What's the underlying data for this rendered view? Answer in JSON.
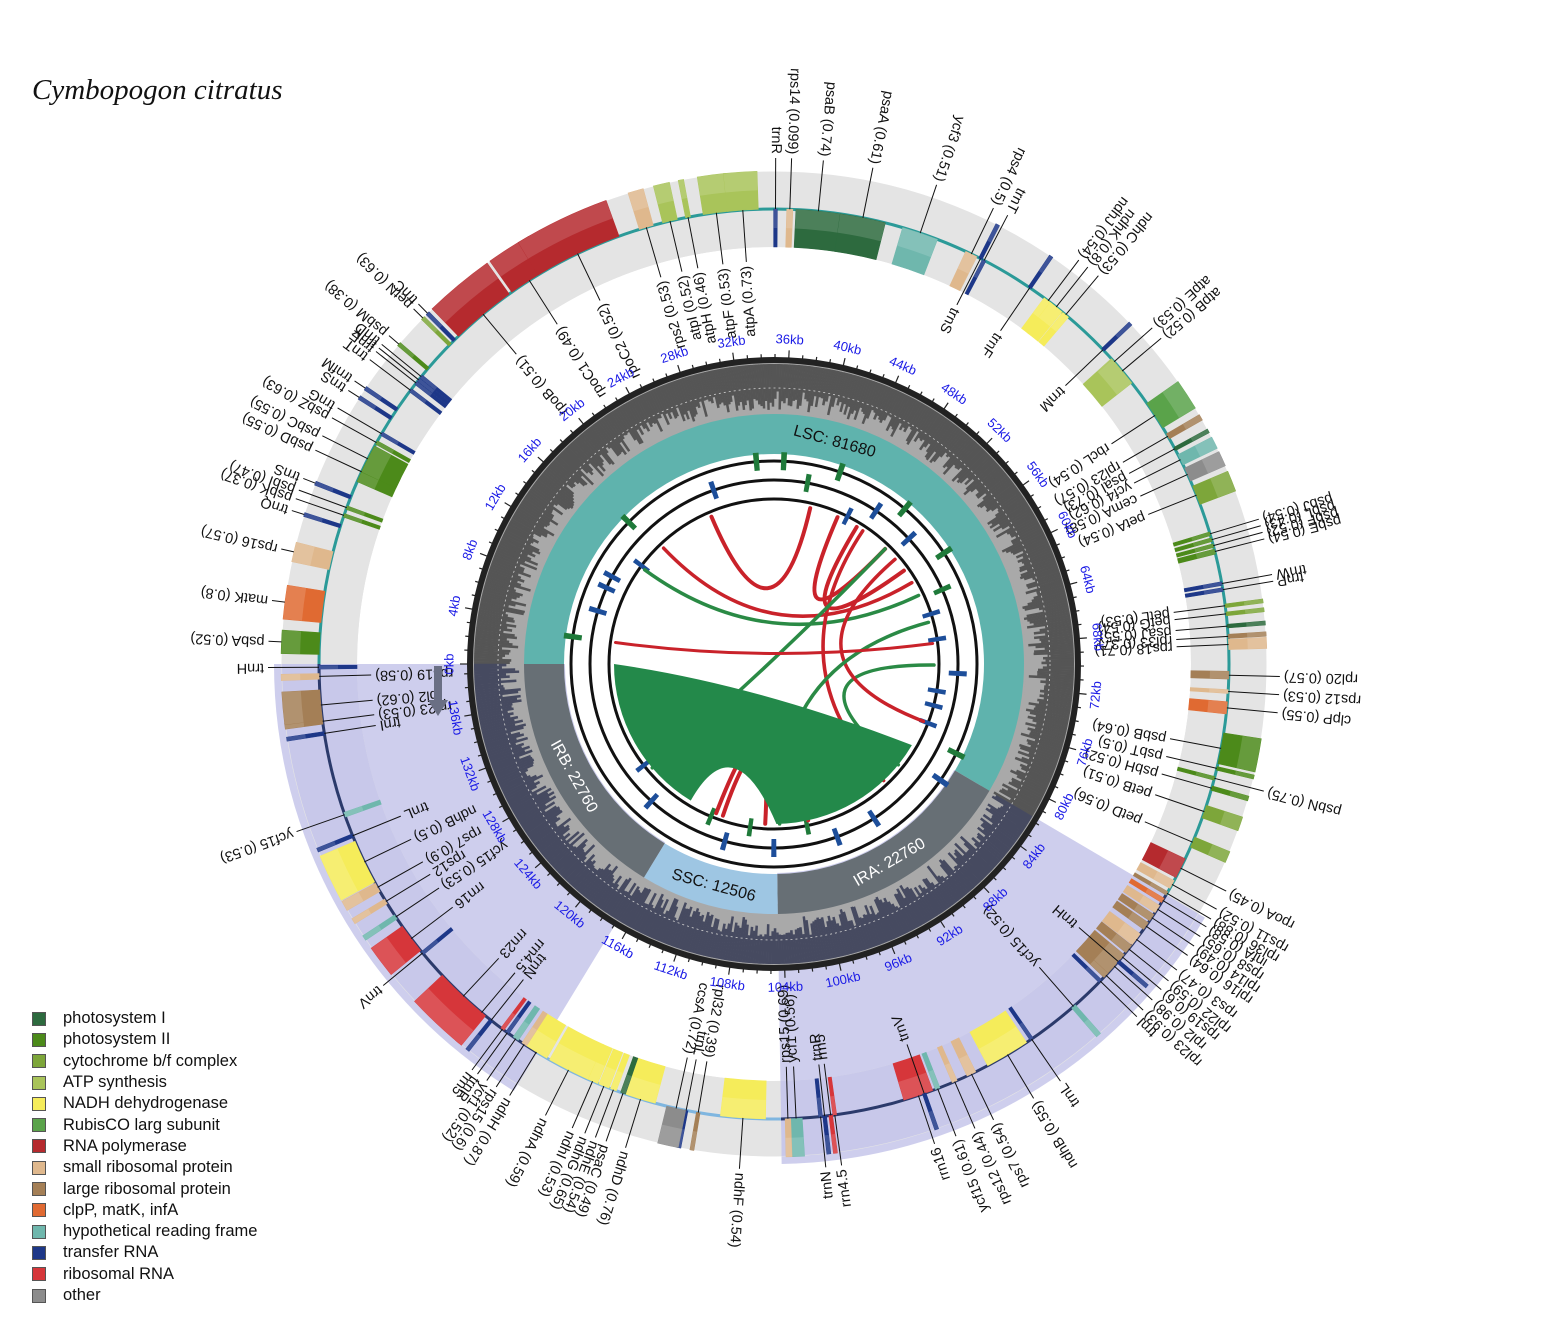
{
  "title": "Cymbopogon citratus",
  "legend": [
    {
      "label": "photosystem I",
      "color": "#2d6a3e"
    },
    {
      "label": "photosystem II",
      "color": "#4c8a1a"
    },
    {
      "label": "cytochrome b/f complex",
      "color": "#7da63a"
    },
    {
      "label": "ATP synthesis",
      "color": "#a9c45a"
    },
    {
      "label": "NADH dehydrogenase",
      "color": "#f5ec5a"
    },
    {
      "label": "RubisCO larg subunit",
      "color": "#5aa34a"
    },
    {
      "label": "RNA polymerase",
      "color": "#b52a2e"
    },
    {
      "label": "small ribosomal protein",
      "color": "#dfb88d"
    },
    {
      "label": "large ribosomal protein",
      "color": "#a47f56"
    },
    {
      "label": "clpP, matK, infA",
      "color": "#e06a32"
    },
    {
      "label": "hypothetical reading frame",
      "color": "#6fb7ad"
    },
    {
      "label": "transfer RNA",
      "color": "#1d3788"
    },
    {
      "label": "ribosomal RNA",
      "color": "#d6363a"
    },
    {
      "label": "other",
      "color": "#8c8c8c"
    }
  ],
  "genome_length": 139706,
  "regions": [
    {
      "label": "LSC: 81680",
      "start": 0,
      "end": 81680,
      "color": "#5fb3ad"
    },
    {
      "label": "IRA: 22760",
      "start": 81680,
      "end": 104440,
      "color": "#676f75"
    },
    {
      "label": "SSC: 12506",
      "start": 104440,
      "end": 116946,
      "color": "#9ec6e3"
    },
    {
      "label": "IRB: 22760",
      "start": 116946,
      "end": 139706,
      "color": "#676f75"
    }
  ],
  "ticks": [
    "0kb",
    "4kb",
    "8kb",
    "12kb",
    "16kb",
    "20kb",
    "24kb",
    "28kb",
    "32kb",
    "36kb",
    "40kb",
    "44kb",
    "48kb",
    "52kb",
    "56kb",
    "60kb",
    "64kb",
    "68kb",
    "72kb",
    "76kb",
    "80kb",
    "84kb",
    "88kb",
    "92kb",
    "96kb",
    "100kb",
    "104kb",
    "108kb",
    "112kb",
    "116kb",
    "120kb",
    "124kb",
    "128kb",
    "132kb",
    "136kb"
  ],
  "genes": [
    {
      "name": "psbA (0.52)",
      "pos": 1000,
      "len": 1060,
      "strand": "out",
      "cat": 1,
      "lab": "out"
    },
    {
      "name": "matK (0.8)",
      "pos": 2800,
      "len": 1540,
      "strand": "out",
      "cat": 9,
      "lab": "out"
    },
    {
      "name": "rps16 (0.57)",
      "pos": 5100,
      "len": 900,
      "strand": "out",
      "cat": 7,
      "lab": "out"
    },
    {
      "name": "trnQ",
      "pos": 6850,
      "len": 72,
      "strand": "out",
      "cat": 11,
      "lab": "out"
    },
    {
      "name": "psbK (0.37)",
      "pos": 7400,
      "len": 180,
      "strand": "in",
      "cat": 1,
      "lab": "out"
    },
    {
      "name": "psbI (0.47)",
      "pos": 7800,
      "len": 110,
      "strand": "in",
      "cat": 1,
      "lab": "out"
    },
    {
      "name": "trnS",
      "pos": 8350,
      "len": 88,
      "strand": "out",
      "cat": 11,
      "lab": "out"
    },
    {
      "name": "psbD (0.55)",
      "pos": 9700,
      "len": 1060,
      "strand": "in",
      "cat": 1,
      "lab": "out"
    },
    {
      "name": "psbC (0.55)",
      "pos": 10400,
      "len": 1420,
      "strand": "in",
      "cat": 1,
      "lab": "out"
    },
    {
      "name": "psbZ (0.63)",
      "pos": 11300,
      "len": 190,
      "strand": "in",
      "cat": 1,
      "lab": "out"
    },
    {
      "name": "trnG",
      "pos": 11800,
      "len": 71,
      "strand": "in",
      "cat": 11,
      "lab": "out"
    },
    {
      "name": "trnS",
      "pos": 12700,
      "len": 90,
      "strand": "out",
      "cat": 11,
      "lab": "out"
    },
    {
      "name": "trnfM",
      "pos": 13200,
      "len": 74,
      "strand": "out",
      "cat": 11,
      "lab": "out"
    },
    {
      "name": "trnT",
      "pos": 14350,
      "len": 72,
      "strand": "in",
      "cat": 11,
      "lab": "out"
    },
    {
      "name": "trnE",
      "pos": 14800,
      "len": 73,
      "strand": "in",
      "cat": 11,
      "lab": "out"
    },
    {
      "name": "trnY",
      "pos": 15000,
      "len": 84,
      "strand": "in",
      "cat": 11,
      "lab": "out"
    },
    {
      "name": "trnD",
      "pos": 15200,
      "len": 74,
      "strand": "in",
      "cat": 11,
      "lab": "out"
    },
    {
      "name": "psbM (0.38)",
      "pos": 15700,
      "len": 105,
      "strand": "out",
      "cat": 1,
      "lab": "out"
    },
    {
      "name": "petN (0.63)",
      "pos": 17300,
      "len": 90,
      "strand": "out",
      "cat": 2,
      "lab": "out"
    },
    {
      "name": "trnC",
      "pos": 17600,
      "len": 71,
      "strand": "out",
      "cat": 11,
      "lab": "out"
    },
    {
      "name": "rpoB (0.51)",
      "pos": 19500,
      "len": 3230,
      "strand": "out",
      "cat": 6,
      "lab": "in"
    },
    {
      "name": "rpoC1 (0.49)",
      "pos": 22300,
      "len": 2060,
      "strand": "out",
      "cat": 6,
      "lab": "in"
    },
    {
      "name": "rpoC2 (0.52)",
      "pos": 25000,
      "len": 4400,
      "strand": "out",
      "cat": 6,
      "lab": "in"
    },
    {
      "name": "rps2 (0.53)",
      "pos": 28600,
      "len": 710,
      "strand": "out",
      "cat": 7,
      "lab": "in"
    },
    {
      "name": "atpI (0.52)",
      "pos": 29800,
      "len": 740,
      "strand": "out",
      "cat": 3,
      "lab": "in"
    },
    {
      "name": "atpH (0.46)",
      "pos": 30700,
      "len": 245,
      "strand": "out",
      "cat": 3,
      "lab": "in"
    },
    {
      "name": "atpF (0.53)",
      "pos": 32100,
      "len": 1300,
      "strand": "out",
      "cat": 3,
      "lab": "in"
    },
    {
      "name": "atpA (0.73)",
      "pos": 33400,
      "len": 1520,
      "strand": "out",
      "cat": 3,
      "lab": "in"
    },
    {
      "name": "trnR",
      "pos": 35000,
      "len": 72,
      "strand": "in",
      "cat": 11,
      "lab": "out"
    },
    {
      "name": "rps14 (0.099)",
      "pos": 35700,
      "len": 300,
      "strand": "in",
      "cat": 7,
      "lab": "out"
    },
    {
      "name": "psaB (0.74)",
      "pos": 37100,
      "len": 2200,
      "strand": "in",
      "cat": 0,
      "lab": "out"
    },
    {
      "name": "psaA (0.61)",
      "pos": 39300,
      "len": 2250,
      "strand": "in",
      "cat": 0,
      "lab": "out"
    },
    {
      "name": "ycf3 (0.51)",
      "pos": 42200,
      "len": 1800,
      "strand": "in",
      "cat": 10,
      "lab": "out"
    },
    {
      "name": "rps4 (0.5)",
      "pos": 44900,
      "len": 600,
      "strand": "in",
      "cat": 7,
      "lab": "out"
    },
    {
      "name": "trnT",
      "pos": 45600,
      "len": 72,
      "strand": "in",
      "cat": 11,
      "lab": "out"
    },
    {
      "name": "trnS",
      "pos": 45400,
      "len": 87,
      "strand": "out",
      "cat": 11,
      "lab": "in"
    },
    {
      "name": "trnF",
      "pos": 48200,
      "len": 73,
      "strand": "out",
      "cat": 11,
      "lab": "in"
    },
    {
      "name": "ndhJ (0.54)",
      "pos": 49300,
      "len": 480,
      "strand": "in",
      "cat": 4,
      "lab": "out"
    },
    {
      "name": "ndhK (0.8)",
      "pos": 49800,
      "len": 740,
      "strand": "in",
      "cat": 4,
      "lab": "out"
    },
    {
      "name": "ndhC (0.53)",
      "pos": 50400,
      "len": 360,
      "strand": "in",
      "cat": 4,
      "lab": "out"
    },
    {
      "name": "trnM",
      "pos": 52900,
      "len": 73,
      "strand": "out",
      "cat": 11,
      "lab": "in"
    },
    {
      "name": "atpE (0.53)",
      "pos": 53700,
      "len": 410,
      "strand": "in",
      "cat": 3,
      "lab": "out"
    },
    {
      "name": "atpB (0.52)",
      "pos": 54300,
      "len": 1500,
      "strand": "in",
      "cat": 3,
      "lab": "out"
    },
    {
      "name": "rbcL (0.54)",
      "pos": 57000,
      "len": 1430,
      "strand": "out",
      "cat": 5,
      "lab": "in"
    },
    {
      "name": "rpl23 (0.57)",
      "pos": 58200,
      "len": 280,
      "strand": "out",
      "cat": 8,
      "lab": "in"
    },
    {
      "name": "psaI (0.73)",
      "pos": 58900,
      "len": 110,
      "strand": "out",
      "cat": 0,
      "lab": "in"
    },
    {
      "name": "ycf4 (0.62)",
      "pos": 59500,
      "len": 560,
      "strand": "out",
      "cat": 10,
      "lab": "in"
    },
    {
      "name": "cemA (0.58)",
      "pos": 60300,
      "len": 700,
      "strand": "out",
      "cat": 13,
      "lab": "in"
    },
    {
      "name": "petA (0.54)",
      "pos": 61400,
      "len": 960,
      "strand": "out",
      "cat": 2,
      "lab": "in"
    },
    {
      "name": "psbJ (0.54)",
      "pos": 63400,
      "len": 120,
      "strand": "in",
      "cat": 1,
      "lab": "out"
    },
    {
      "name": "psbL (0.43)",
      "pos": 63700,
      "len": 120,
      "strand": "in",
      "cat": 1,
      "lab": "out"
    },
    {
      "name": "psbF (0.52)",
      "pos": 64000,
      "len": 120,
      "strand": "in",
      "cat": 1,
      "lab": "out"
    },
    {
      "name": "psbE (0.54)",
      "pos": 64300,
      "len": 250,
      "strand": "in",
      "cat": 1,
      "lab": "out"
    },
    {
      "name": "trnW",
      "pos": 65900,
      "len": 74,
      "strand": "in",
      "cat": 11,
      "lab": "out"
    },
    {
      "name": "trnP",
      "pos": 66200,
      "len": 74,
      "strand": "in",
      "cat": 11,
      "lab": "out"
    },
    {
      "name": "petL (0.53)",
      "pos": 67000,
      "len": 100,
      "strand": "out",
      "cat": 2,
      "lab": "in"
    },
    {
      "name": "petG (0.54)",
      "pos": 67400,
      "len": 110,
      "strand": "out",
      "cat": 2,
      "lab": "in"
    },
    {
      "name": "psaJ (0.55)",
      "pos": 68000,
      "len": 130,
      "strand": "out",
      "cat": 0,
      "lab": "in"
    },
    {
      "name": "rpl33 (0.37)",
      "pos": 68500,
      "len": 200,
      "strand": "out",
      "cat": 8,
      "lab": "in"
    },
    {
      "name": "rps18 (0.71)",
      "pos": 68900,
      "len": 500,
      "strand": "out",
      "cat": 7,
      "lab": "in"
    },
    {
      "name": "rpl20 (0.57)",
      "pos": 70400,
      "len": 380,
      "strand": "in",
      "cat": 8,
      "lab": "out"
    },
    {
      "name": "rps12 (0.53)",
      "pos": 71200,
      "len": 120,
      "strand": "in",
      "cat": 7,
      "lab": "out"
    },
    {
      "name": "clpP (0.55)",
      "pos": 72000,
      "len": 600,
      "strand": "in",
      "cat": 9,
      "lab": "out"
    },
    {
      "name": "psbB (0.64)",
      "pos": 74000,
      "len": 1530,
      "strand": "out",
      "cat": 1,
      "lab": "in"
    },
    {
      "name": "psbT (0.5)",
      "pos": 75000,
      "len": 108,
      "strand": "out",
      "cat": 1,
      "lab": "in"
    },
    {
      "name": "psbN (0.75)",
      "pos": 75500,
      "len": 130,
      "strand": "in",
      "cat": 1,
      "lab": "out"
    },
    {
      "name": "psbH (0.52)",
      "pos": 76000,
      "len": 220,
      "strand": "out",
      "cat": 1,
      "lab": "in"
    },
    {
      "name": "petB (0.51)",
      "pos": 77200,
      "len": 650,
      "strand": "out",
      "cat": 2,
      "lab": "in"
    },
    {
      "name": "petD (0.56)",
      "pos": 78800,
      "len": 530,
      "strand": "out",
      "cat": 2,
      "lab": "in"
    },
    {
      "name": "rpoA (0.45)",
      "pos": 80200,
      "len": 1020,
      "strand": "in",
      "cat": 6,
      "lab": "out"
    },
    {
      "name": "rps11 (0.52)",
      "pos": 81100,
      "len": 430,
      "strand": "in",
      "cat": 7,
      "lab": "out"
    },
    {
      "name": "rpl36 (0.88)",
      "pos": 81600,
      "len": 114,
      "strand": "in",
      "cat": 8,
      "lab": "out"
    },
    {
      "name": "infA (0.58)",
      "pos": 82000,
      "len": 240,
      "strand": "in",
      "cat": 9,
      "lab": "out"
    },
    {
      "name": "rps8 (0.65)",
      "pos": 82500,
      "len": 410,
      "strand": "in",
      "cat": 7,
      "lab": "out"
    },
    {
      "name": "rpl14 (0.49)",
      "pos": 83000,
      "len": 370,
      "strand": "in",
      "cat": 8,
      "lab": "out"
    },
    {
      "name": "rpl16 (0.64)",
      "pos": 83500,
      "len": 400,
      "strand": "in",
      "cat": 8,
      "lab": "out"
    },
    {
      "name": "rps3 (0.47)",
      "pos": 84300,
      "len": 650,
      "strand": "in",
      "cat": 7,
      "lab": "out"
    },
    {
      "name": "rpl22 (0.59)",
      "pos": 84900,
      "len": 450,
      "strand": "in",
      "cat": 8,
      "lab": "out"
    },
    {
      "name": "rps19 (0.6)",
      "pos": 85400,
      "len": 280,
      "strand": "in",
      "cat": 7,
      "lab": "out"
    },
    {
      "name": "rpl2 (0.98)",
      "pos": 86000,
      "len": 1480,
      "strand": "in",
      "cat": 8,
      "lab": "out"
    },
    {
      "name": "rpl23 (0.93)",
      "pos": 86600,
      "len": 280,
      "strand": "in",
      "cat": 8,
      "lab": "out"
    },
    {
      "name": "trnI",
      "pos": 87000,
      "len": 74,
      "strand": "in",
      "cat": 11,
      "lab": "out"
    },
    {
      "name": "trnH",
      "pos": 85700,
      "len": 75,
      "strand": "out",
      "cat": 11,
      "lab": "in"
    },
    {
      "name": "ycf15 (0.52)",
      "pos": 88800,
      "len": 240,
      "strand": "out",
      "cat": 10,
      "lab": "in"
    },
    {
      "name": "trnL",
      "pos": 91400,
      "len": 81,
      "strand": "in",
      "cat": 11,
      "lab": "out"
    },
    {
      "name": "ndhB (0.55)",
      "pos": 92800,
      "len": 2210,
      "strand": "in",
      "cat": 4,
      "lab": "out"
    },
    {
      "name": "rps7 (0.54)",
      "pos": 94800,
      "len": 470,
      "strand": "in",
      "cat": 7,
      "lab": "out"
    },
    {
      "name": "rps12 (0.44)",
      "pos": 95700,
      "len": 260,
      "strand": "in",
      "cat": 7,
      "lab": "out"
    },
    {
      "name": "ycf15 (0.61)",
      "pos": 96600,
      "len": 240,
      "strand": "in",
      "cat": 10,
      "lab": "out"
    },
    {
      "name": "rrn16",
      "pos": 97600,
      "len": 1490,
      "strand": "in",
      "cat": 12,
      "lab": "out"
    },
    {
      "name": "trnV",
      "pos": 97300,
      "len": 72,
      "strand": "out",
      "cat": 11,
      "lab": "in"
    },
    {
      "name": "rrn4.5",
      "pos": 101800,
      "len": 103,
      "strand": "in",
      "cat": 12,
      "lab": "out"
    },
    {
      "name": "trnN",
      "pos": 102500,
      "len": 72,
      "strand": "in",
      "cat": 11,
      "lab": "out"
    },
    {
      "name": "rrn5",
      "pos": 102000,
      "len": 121,
      "strand": "out",
      "cat": 12,
      "lab": "in"
    },
    {
      "name": "trnR",
      "pos": 102300,
      "len": 74,
      "strand": "out",
      "cat": 11,
      "lab": "in"
    },
    {
      "name": "ycf1 (0.56)",
      "pos": 103700,
      "len": 600,
      "strand": "out",
      "cat": 10,
      "lab": "in"
    },
    {
      "name": "rps15 (0.69)",
      "pos": 104100,
      "len": 270,
      "strand": "out",
      "cat": 7,
      "lab": "in"
    },
    {
      "name": "ndhF (0.54)",
      "pos": 106300,
      "len": 2210,
      "strand": "in",
      "cat": 4,
      "lab": "out"
    },
    {
      "name": "rpl32 (0.39)",
      "pos": 108500,
      "len": 180,
      "strand": "out",
      "cat": 8,
      "lab": "in"
    },
    {
      "name": "trnL",
      "pos": 109100,
      "len": 80,
      "strand": "out",
      "cat": 11,
      "lab": "in"
    },
    {
      "name": "ccsA (0.72)",
      "pos": 109600,
      "len": 950,
      "strand": "out",
      "cat": 13,
      "lab": "in"
    },
    {
      "name": "ndhD (0.76)",
      "pos": 111400,
      "len": 1500,
      "strand": "in",
      "cat": 4,
      "lab": "out"
    },
    {
      "name": "psaC (0.49)",
      "pos": 112300,
      "len": 250,
      "strand": "in",
      "cat": 0,
      "lab": "out"
    },
    {
      "name": "ndhE (0.54)",
      "pos": 112800,
      "len": 300,
      "strand": "in",
      "cat": 4,
      "lab": "out"
    },
    {
      "name": "ndhG (0.65)",
      "pos": 113300,
      "len": 530,
      "strand": "in",
      "cat": 4,
      "lab": "out"
    },
    {
      "name": "ndhI (0.53)",
      "pos": 113900,
      "len": 540,
      "strand": "in",
      "cat": 4,
      "lab": "out"
    },
    {
      "name": "ndhA (0.59)",
      "pos": 115200,
      "len": 2100,
      "strand": "in",
      "cat": 4,
      "lab": "out"
    },
    {
      "name": "ndhH (0.87)",
      "pos": 117000,
      "len": 1180,
      "strand": "in",
      "cat": 4,
      "lab": "out"
    },
    {
      "name": "rps15 (0.6)",
      "pos": 117700,
      "len": 270,
      "strand": "in",
      "cat": 7,
      "lab": "out"
    },
    {
      "name": "ycf1 (0.52)",
      "pos": 118200,
      "len": 300,
      "strand": "in",
      "cat": 10,
      "lab": "out"
    },
    {
      "name": "trnR",
      "pos": 118700,
      "len": 74,
      "strand": "in",
      "cat": 11,
      "lab": "out"
    },
    {
      "name": "rrn5",
      "pos": 119000,
      "len": 121,
      "strand": "in",
      "cat": 12,
      "lab": "out"
    },
    {
      "name": "trnN",
      "pos": 119700,
      "len": 72,
      "strand": "out",
      "cat": 11,
      "lab": "in"
    },
    {
      "name": "rrn4.5",
      "pos": 120300,
      "len": 103,
      "strand": "out",
      "cat": 12,
      "lab": "in"
    },
    {
      "name": "rrn23",
      "pos": 121500,
      "len": 2900,
      "strand": "out",
      "cat": 12,
      "lab": "in"
    },
    {
      "name": "trnV",
      "pos": 124400,
      "len": 72,
      "strand": "in",
      "cat": 11,
      "lab": "out"
    },
    {
      "name": "rrn16",
      "pos": 125300,
      "len": 1490,
      "strand": "out",
      "cat": 12,
      "lab": "in"
    },
    {
      "name": "ycf15 (0.53)",
      "pos": 126600,
      "len": 240,
      "strand": "out",
      "cat": 10,
      "lab": "in"
    },
    {
      "name": "rps12",
      "pos": 127500,
      "len": 260,
      "strand": "out",
      "cat": 7,
      "lab": "in"
    },
    {
      "name": "rps7 (0.9)",
      "pos": 128300,
      "len": 470,
      "strand": "out",
      "cat": 7,
      "lab": "in"
    },
    {
      "name": "ndhB (0.5)",
      "pos": 129700,
      "len": 2210,
      "strand": "out",
      "cat": 4,
      "lab": "in"
    },
    {
      "name": "trnL",
      "pos": 131100,
      "len": 81,
      "strand": "out",
      "cat": 11,
      "lab": "in"
    },
    {
      "name": "ycf15 (0.53)",
      "pos": 132200,
      "len": 240,
      "strand": "in",
      "cat": 10,
      "lab": "out"
    },
    {
      "name": "trnI",
      "pos": 136300,
      "len": 74,
      "strand": "out",
      "cat": 11,
      "lab": "in"
    },
    {
      "name": "rpl23 (0.53)",
      "pos": 136900,
      "len": 280,
      "strand": "out",
      "cat": 8,
      "lab": "in"
    },
    {
      "name": "rpl2 (0.62)",
      "pos": 137700,
      "len": 1480,
      "strand": "out",
      "cat": 8,
      "lab": "in"
    },
    {
      "name": "rps19 (0.58)",
      "pos": 139100,
      "len": 280,
      "strand": "out",
      "cat": 7,
      "lab": "in"
    },
    {
      "name": "trnH",
      "pos": 139550,
      "len": 75,
      "strand": "in",
      "cat": 11,
      "lab": "out"
    }
  ]
}
